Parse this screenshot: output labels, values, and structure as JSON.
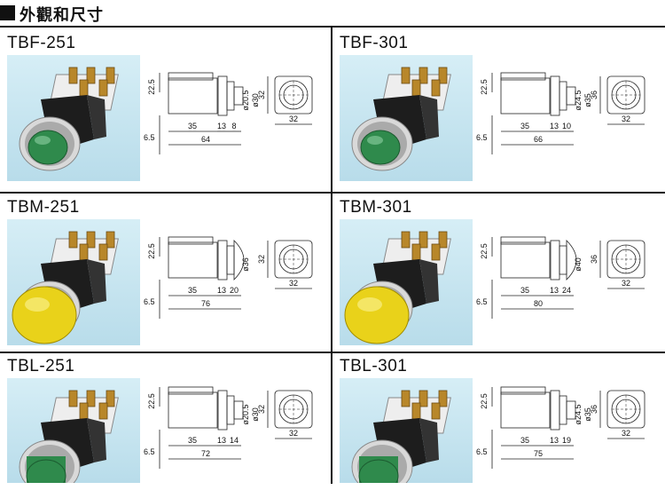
{
  "header": {
    "title": "外觀和尺寸"
  },
  "colors": {
    "green": "#2f8a4c",
    "yellow": "#e9d21a",
    "photo_bg": "#c7e6f2"
  },
  "products": [
    {
      "model": "TBF-251",
      "button": "flat",
      "color": "green",
      "dims": {
        "h_body": "22.5",
        "base": "35",
        "a": "13",
        "b": "8",
        "total": "64",
        "offset": "6.5",
        "d1": "ø20.5",
        "d2": "ø30",
        "face_w": "32",
        "face_h": "32"
      }
    },
    {
      "model": "TBF-301",
      "button": "flat",
      "color": "green",
      "dims": {
        "h_body": "22.5",
        "base": "35",
        "a": "13",
        "b": "10",
        "total": "66",
        "offset": "6.5",
        "d1": "ø24.5",
        "d2": "ø35",
        "face_w": "32",
        "face_h": "36"
      }
    },
    {
      "model": "TBM-251",
      "button": "mushroom",
      "color": "yellow",
      "dims": {
        "h_body": "22.5",
        "base": "35",
        "a": "13",
        "b": "20",
        "total": "76",
        "offset": "6.5",
        "d1": "ø36",
        "d2": "",
        "face_w": "32",
        "face_h": "32"
      }
    },
    {
      "model": "TBM-301",
      "button": "mushroom",
      "color": "yellow",
      "dims": {
        "h_body": "22.5",
        "base": "35",
        "a": "13",
        "b": "24",
        "total": "80",
        "offset": "6.5",
        "d1": "ø40",
        "d2": "",
        "face_w": "32",
        "face_h": "36"
      }
    },
    {
      "model": "TBL-251",
      "button": "extended",
      "color": "green",
      "dims": {
        "h_body": "22.5",
        "base": "35",
        "a": "13",
        "b": "14",
        "total": "72",
        "offset": "6.5",
        "d1": "ø20.5",
        "d2": "ø30",
        "face_w": "32",
        "face_h": "32"
      }
    },
    {
      "model": "TBL-301",
      "button": "extended",
      "color": "green",
      "dims": {
        "h_body": "22.5",
        "base": "35",
        "a": "13",
        "b": "19",
        "total": "75",
        "offset": "6.5",
        "d1": "ø24.5",
        "d2": "ø35",
        "face_w": "32",
        "face_h": "36"
      }
    }
  ]
}
